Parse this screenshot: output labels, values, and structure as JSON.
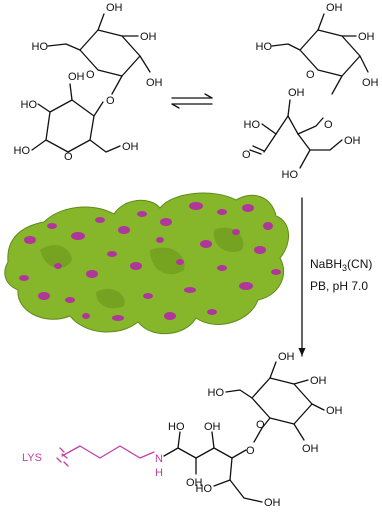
{
  "labels": {
    "oh": "OH",
    "ho": "HO",
    "o": "O",
    "lys": "LYS",
    "nh_n": "N",
    "nh_h": "H"
  },
  "reagent": {
    "line1_prefix": "NaBH",
    "line1_sub": "3",
    "line1_suffix": "(CN)",
    "line2": "PB, pH 7.0"
  },
  "colors": {
    "ink": "#111111",
    "lysine_linker": "#c23fa8",
    "protein_green": "#86b62a",
    "protein_magenta": "#b0369c"
  }
}
